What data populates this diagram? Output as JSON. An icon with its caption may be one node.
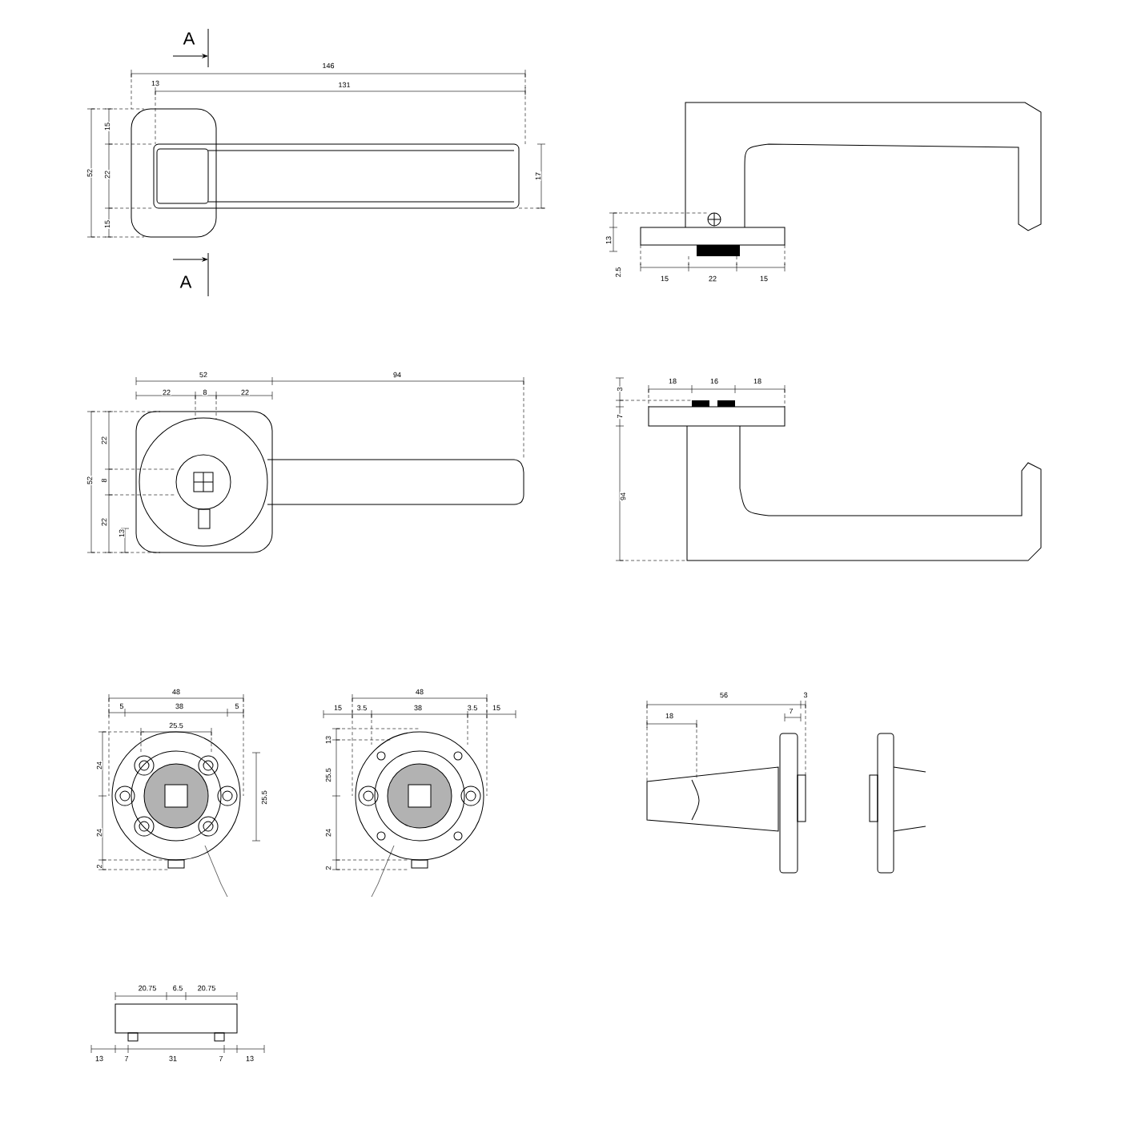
{
  "diagram": {
    "labels": [
      "A",
      "146",
      "13",
      "131",
      "52",
      "15",
      "22",
      "15",
      "17",
      "A",
      "13",
      "2.5",
      "15",
      "22",
      "15",
      "52",
      "22",
      "8",
      "22",
      "94",
      "52",
      "22",
      "8",
      "22",
      "13",
      "3",
      "18",
      "16",
      "18",
      "7",
      "94",
      "48",
      "5",
      "38",
      "5",
      "25.5",
      "24",
      "25.5",
      "24",
      "2",
      "48",
      "15",
      "3.5",
      "38",
      "3.5",
      "15",
      "13",
      "25.5",
      "24",
      "2",
      "56",
      "3",
      "18",
      "7",
      "20.75",
      "6.5",
      "20.75",
      "13",
      "7",
      "31",
      "7",
      "13"
    ]
  }
}
